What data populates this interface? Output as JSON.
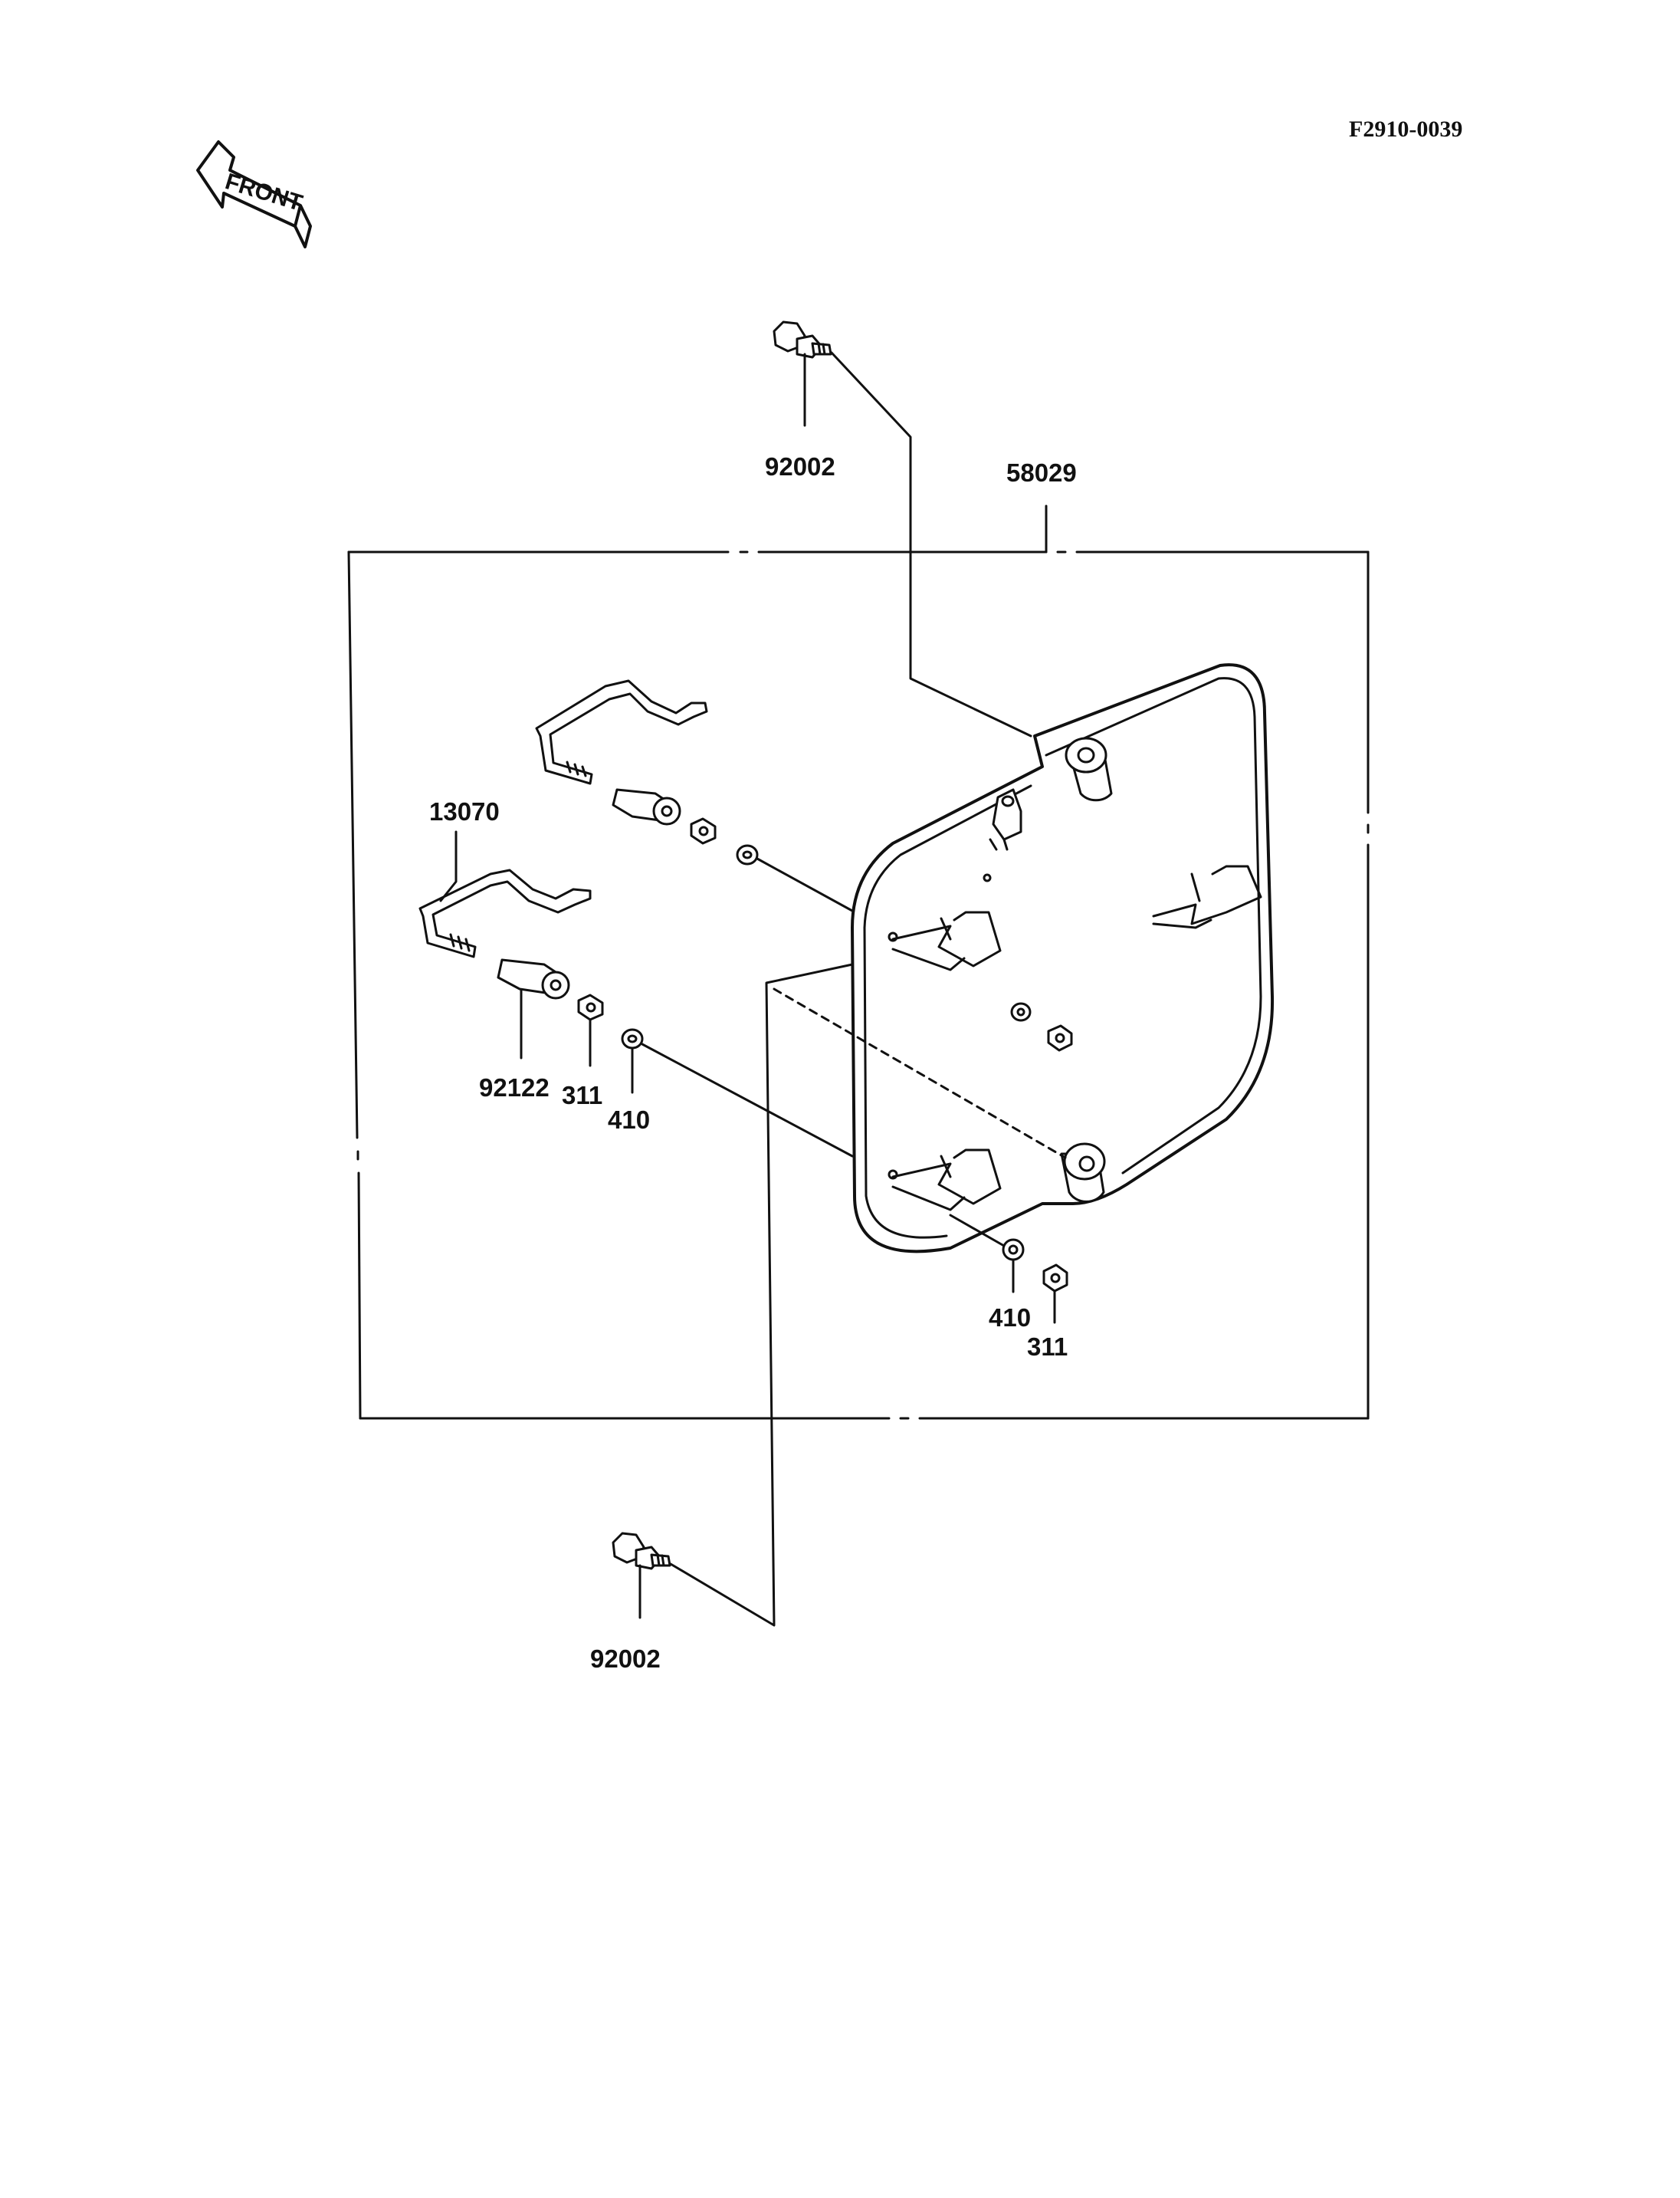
{
  "diagram_code": "F2910-0039",
  "front_label": "FRONT",
  "parts": {
    "bolt_top": "92002",
    "bracket_assy": "58029",
    "rod": "13070",
    "spacer": "92122",
    "nut_left": "311",
    "washer_left": "410",
    "washer_right": "410",
    "nut_right": "311",
    "bolt_bottom": "92002"
  }
}
